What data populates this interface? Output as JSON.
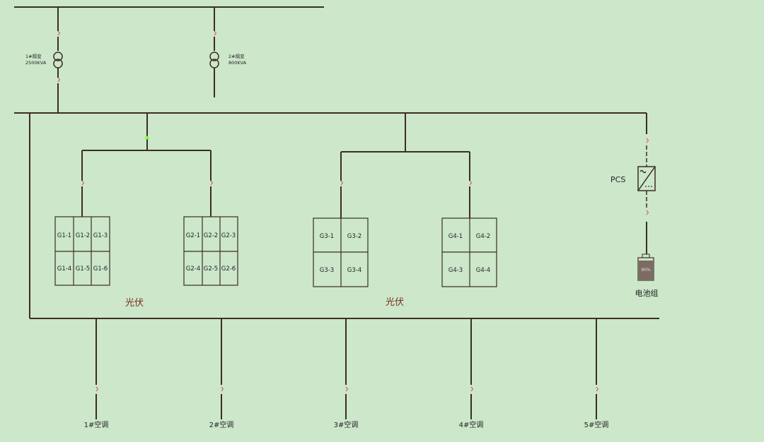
{
  "transformers": [
    {
      "name": "1#隔变",
      "rating": "2500KVA"
    },
    {
      "name": "2#隔变",
      "rating": "800KVA"
    }
  ],
  "pv_groups": [
    {
      "cells": [
        "G1-1",
        "G1-2",
        "G1-3",
        "G1-4",
        "G1-5",
        "G1-6"
      ]
    },
    {
      "cells": [
        "G2-1",
        "G2-2",
        "G2-3",
        "G2-4",
        "G2-5",
        "G2-6"
      ]
    },
    {
      "cells": [
        "G3-1",
        "G3-2",
        "G3-3",
        "G3-4"
      ]
    },
    {
      "cells": [
        "G4-1",
        "G4-2",
        "G4-3",
        "G4-4"
      ]
    }
  ],
  "pv_labels": [
    "光伏",
    "光伏"
  ],
  "pcs_label": "PCS",
  "battery": {
    "label": "电池组",
    "soc_text": "90%",
    "soc": 0.9
  },
  "loads": [
    "1#空调",
    "2#空调",
    "3#空调",
    "4#空调",
    "5#空调"
  ],
  "colors": {
    "background": "#cce7ca",
    "line": "#3c2d25",
    "breaker": "#e4543c",
    "indicator": "#7cff3a",
    "battery_fill": "#7b6b64"
  }
}
